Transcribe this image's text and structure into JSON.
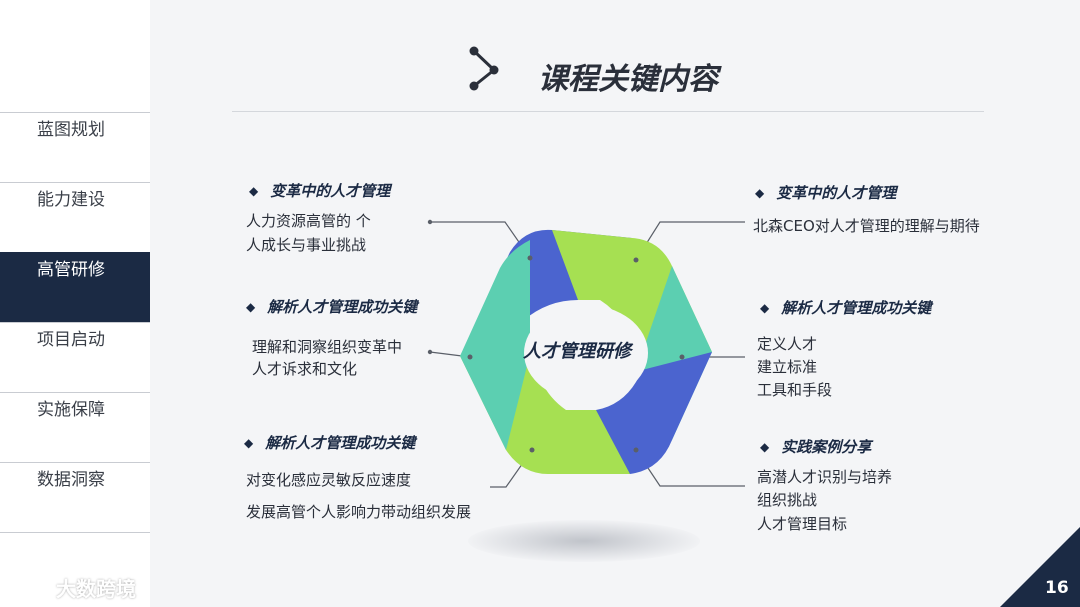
{
  "title": "课程关键内容",
  "sidebar": {
    "items": [
      {
        "label": "蓝图规划"
      },
      {
        "label": "能力建设"
      },
      {
        "label": "高管研修"
      },
      {
        "label": "项目启动"
      },
      {
        "label": "实施保障"
      },
      {
        "label": "数据洞察"
      }
    ],
    "active_index": 2
  },
  "watermark": "大数跨境",
  "center_label": "人才管理研修",
  "left_blocks": [
    {
      "heading": "变革中的人才管理",
      "lines": [
        "人力资源高管的 个",
        "人成长与事业挑战"
      ]
    },
    {
      "heading": "解析人才管理成功关键",
      "lines": [
        "理解和洞察组织变革中",
        "人才诉求和文化"
      ]
    },
    {
      "heading": "解析人才管理成功关键",
      "lines": [
        "对变化感应灵敏反应速度",
        "发展高管个人影响力带动组织发展"
      ]
    }
  ],
  "right_blocks": [
    {
      "heading": "变革中的人才管理",
      "lines": [
        "北森CEO对人才管理的理解与期待"
      ]
    },
    {
      "heading": "解析人才管理成功关键",
      "lines": [
        "定义人才",
        "建立标准",
        "工具和手段"
      ]
    },
    {
      "heading": "实践案例分享",
      "lines": [
        "高潜人才识别与培养",
        "组织挑战",
        "人才管理目标"
      ]
    }
  ],
  "page_number": "16",
  "colors": {
    "navy": "#1b2a44",
    "blue": "#4b64cf",
    "green": "#a6e052",
    "teal": "#5ccfb1"
  }
}
